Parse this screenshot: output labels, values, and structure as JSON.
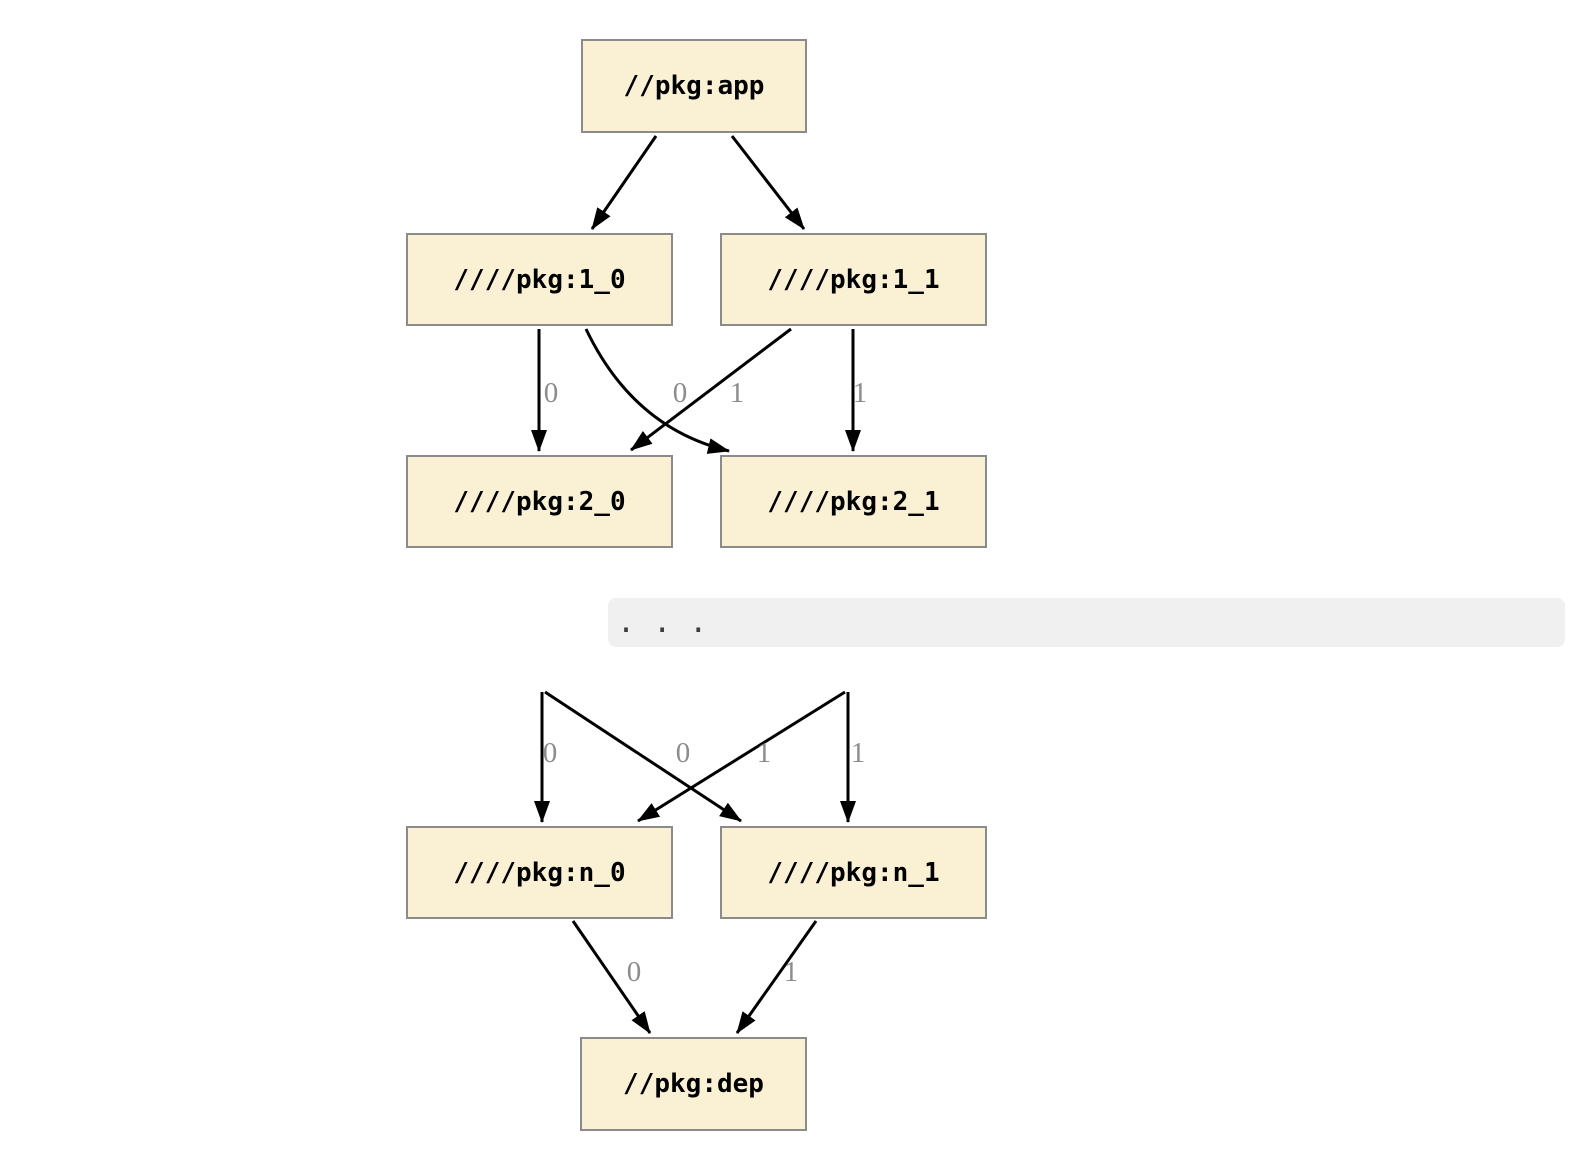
{
  "diagram": {
    "type": "dependency-graph",
    "nodes": {
      "app": {
        "label": "//pkg:app"
      },
      "p1_0": {
        "label": "////pkg:1_0"
      },
      "p1_1": {
        "label": "////pkg:1_1"
      },
      "p2_0": {
        "label": "////pkg:2_0"
      },
      "p2_1": {
        "label": "////pkg:2_1"
      },
      "pn_0": {
        "label": "////pkg:n_0"
      },
      "pn_1": {
        "label": "////pkg:n_1"
      },
      "dep": {
        "label": "//pkg:dep"
      }
    },
    "ellipsis": {
      "text": ". . ."
    },
    "edges": [
      {
        "from": "//pkg:app",
        "to": "////pkg:1_0",
        "label": ""
      },
      {
        "from": "//pkg:app",
        "to": "////pkg:1_1",
        "label": ""
      },
      {
        "from": "////pkg:1_0",
        "to": "////pkg:2_0",
        "label": "0"
      },
      {
        "from": "////pkg:1_0",
        "to": "////pkg:2_1",
        "label": "1"
      },
      {
        "from": "////pkg:1_1",
        "to": "////pkg:2_0",
        "label": "0"
      },
      {
        "from": "////pkg:1_1",
        "to": "////pkg:2_1",
        "label": "1"
      },
      {
        "from": "...",
        "to": "////pkg:n_0",
        "label": "0"
      },
      {
        "from": "...",
        "to": "////pkg:n_1",
        "label": "1"
      },
      {
        "from": "...",
        "to": "////pkg:n_0",
        "label": "0"
      },
      {
        "from": "...",
        "to": "////pkg:n_1",
        "label": "1"
      },
      {
        "from": "////pkg:n_0",
        "to": "//pkg:dep",
        "label": "0"
      },
      {
        "from": "////pkg:n_1",
        "to": "//pkg:dep",
        "label": "1"
      }
    ],
    "colors": {
      "canvas-bg": "#ffffff",
      "node-fill": "#faf1d4",
      "node-border": "#8b8b8b",
      "node-text": "#000000",
      "edge": "#000000",
      "edge-label": "#8c8c8c",
      "ellipsis-bg": "#f0f0f0",
      "ellipsis-dots": "#3d3d3d"
    }
  }
}
